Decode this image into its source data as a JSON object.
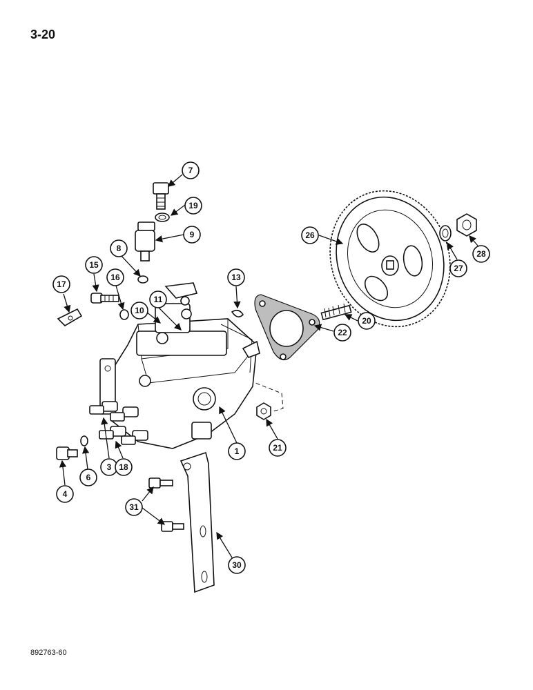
{
  "page": {
    "number": "3-20",
    "figure_id": "892763-60"
  },
  "callouts": [
    "7",
    "19",
    "9",
    "8",
    "15",
    "16",
    "17",
    "10",
    "11",
    "13",
    "22",
    "20",
    "26",
    "27",
    "28",
    "1",
    "21",
    "3",
    "18",
    "6",
    "4",
    "31",
    "30"
  ]
}
